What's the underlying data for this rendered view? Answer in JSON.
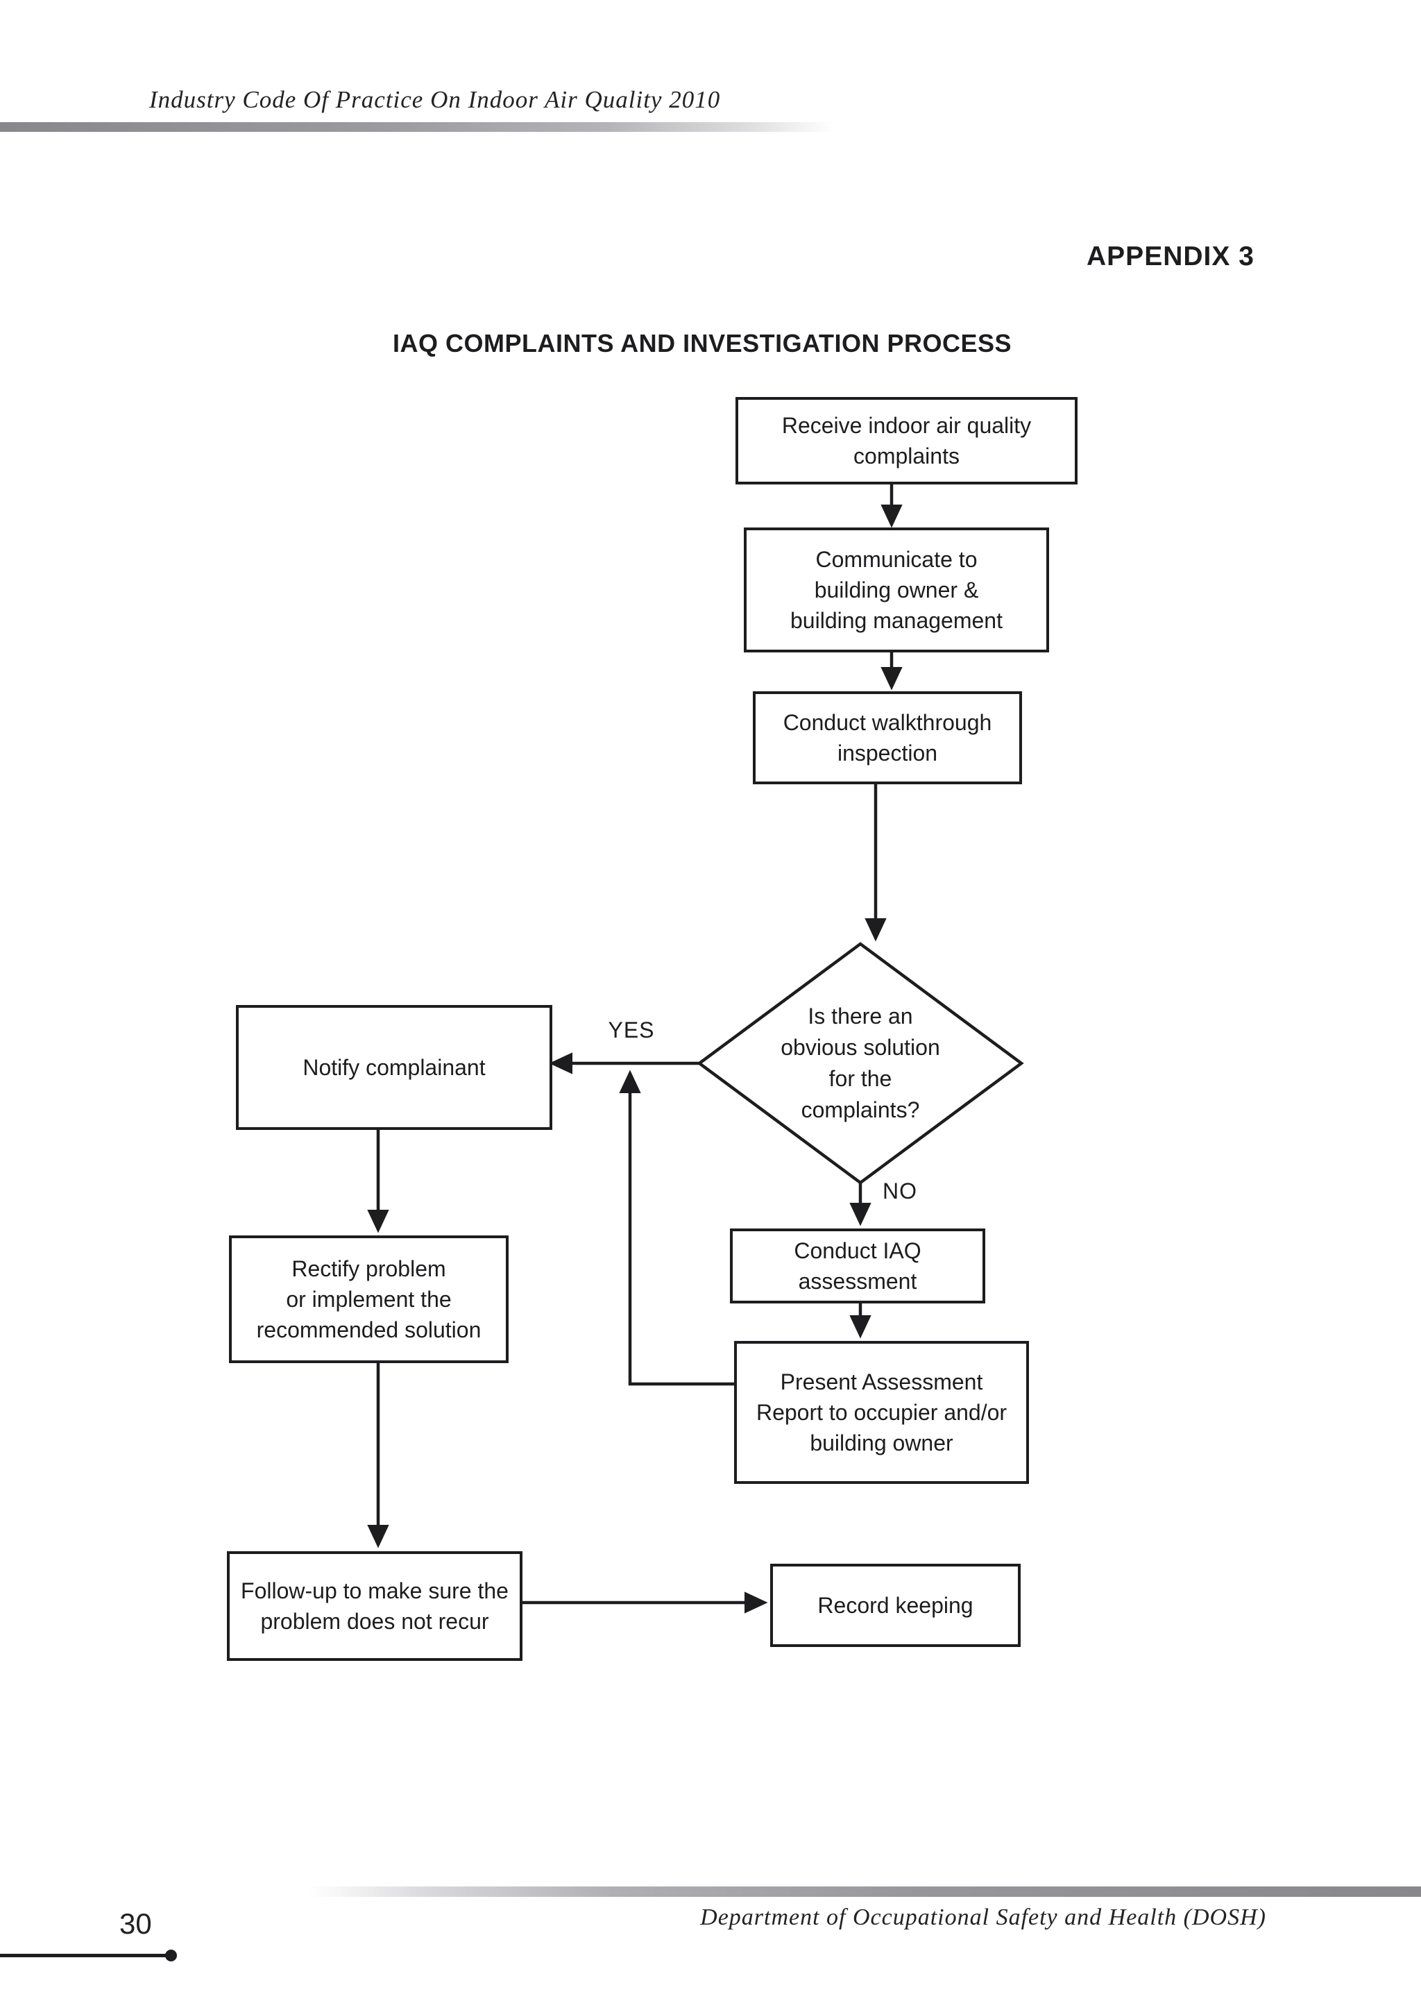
{
  "header": {
    "doc_title": "Industry Code Of Practice On Indoor Air Quality 2010"
  },
  "appendix_label": "APPENDIX 3",
  "flowchart": {
    "title": "IAQ COMPLAINTS AND INVESTIGATION PROCESS",
    "nodes": {
      "receive": "Receive indoor air quality\ncomplaints",
      "communicate": "Communicate to\nbuilding owner &\nbuilding management",
      "walkthrough": "Conduct walkthrough\ninspection",
      "decision": "Is there an\nobvious solution\nfor the\ncomplaints?",
      "notify": "Notify complainant",
      "rectify": "Rectify problem\nor implement the\nrecommended solution",
      "conduct_iaq": "Conduct IAQ assessment",
      "present": "Present Assessment\nReport to occupier and/or\nbuilding owner",
      "followup": "Follow-up to make sure the\nproblem does not recur",
      "record": "Record keeping"
    },
    "edge_labels": {
      "yes": "YES",
      "no": "NO"
    },
    "edges": [
      {
        "from": "receive",
        "to": "communicate",
        "label": ""
      },
      {
        "from": "communicate",
        "to": "walkthrough",
        "label": ""
      },
      {
        "from": "walkthrough",
        "to": "decision",
        "label": ""
      },
      {
        "from": "decision",
        "to": "notify",
        "label": "YES"
      },
      {
        "from": "decision",
        "to": "conduct_iaq",
        "label": "NO"
      },
      {
        "from": "notify",
        "to": "rectify",
        "label": ""
      },
      {
        "from": "rectify",
        "to": "followup",
        "label": ""
      },
      {
        "from": "conduct_iaq",
        "to": "present",
        "label": ""
      },
      {
        "from": "present",
        "to": "decision_yes_branch",
        "label": ""
      },
      {
        "from": "followup",
        "to": "record",
        "label": ""
      }
    ]
  },
  "footer": {
    "page_number": "30",
    "department": "Department of Occupational Safety and Health (DOSH)"
  },
  "colors": {
    "ink": "#1d1d1f",
    "bar_gray": "#88888c",
    "node_fill": "#ffffff"
  }
}
